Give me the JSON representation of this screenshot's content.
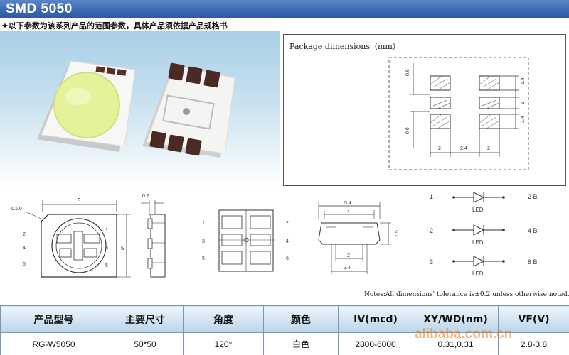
{
  "title": "SMD 5050",
  "disclaimer": "★以下参数为该系列产品的范围参数，具体产品须依据产品规格书",
  "package_dimensions": {
    "heading": "Package dimensions（mm）",
    "left_dims": [
      "0.6",
      "0.6"
    ],
    "right_dims": [
      "1.4",
      "1",
      "1.4"
    ],
    "bottom_dims": [
      "2",
      "2.4",
      "2"
    ]
  },
  "top_view": {
    "chamfer": "C1.0",
    "width": "5",
    "height": "5",
    "left_pins": [
      "2",
      "4",
      "6"
    ],
    "right_pins": [
      "1",
      "3",
      "5"
    ]
  },
  "side_view": {
    "thickness": "0.2"
  },
  "pad_view": {
    "left_pins": [
      "1",
      "3",
      "5"
    ],
    "right_pins": [
      "2",
      "4",
      "6"
    ]
  },
  "profile_view": {
    "outer_width": "5.4",
    "inner_width": "4",
    "height": "1.5",
    "bottom_inner": "2",
    "bottom_outer": "2.4"
  },
  "schematic": {
    "rows": [
      {
        "in": "1",
        "out": "2 B",
        "label": "LED"
      },
      {
        "in": "2",
        "out": "4 B",
        "label": "LED"
      },
      {
        "in": "3",
        "out": "6 B",
        "label": "LED"
      }
    ]
  },
  "notes": "Notes:All dimensions' tolerance is±0.2 unless otherwise noted.",
  "spec_table": {
    "headers": [
      "产品型号",
      "主要尺寸",
      "角度",
      "颜色",
      "IV(mcd)",
      "XY/WD(nm)",
      "VF(V)"
    ],
    "row": [
      "RG-W5050",
      "50*50",
      "120°",
      "白色",
      "2800-6000",
      "0.31,0.31",
      "2.8-3.8"
    ]
  },
  "watermark": "alibaba.com.cn",
  "colors": {
    "title_bar": "#3d6ab4",
    "lens": "#e6f29a",
    "pad": "#4a2a22",
    "table_header": "#cfe2f1"
  }
}
